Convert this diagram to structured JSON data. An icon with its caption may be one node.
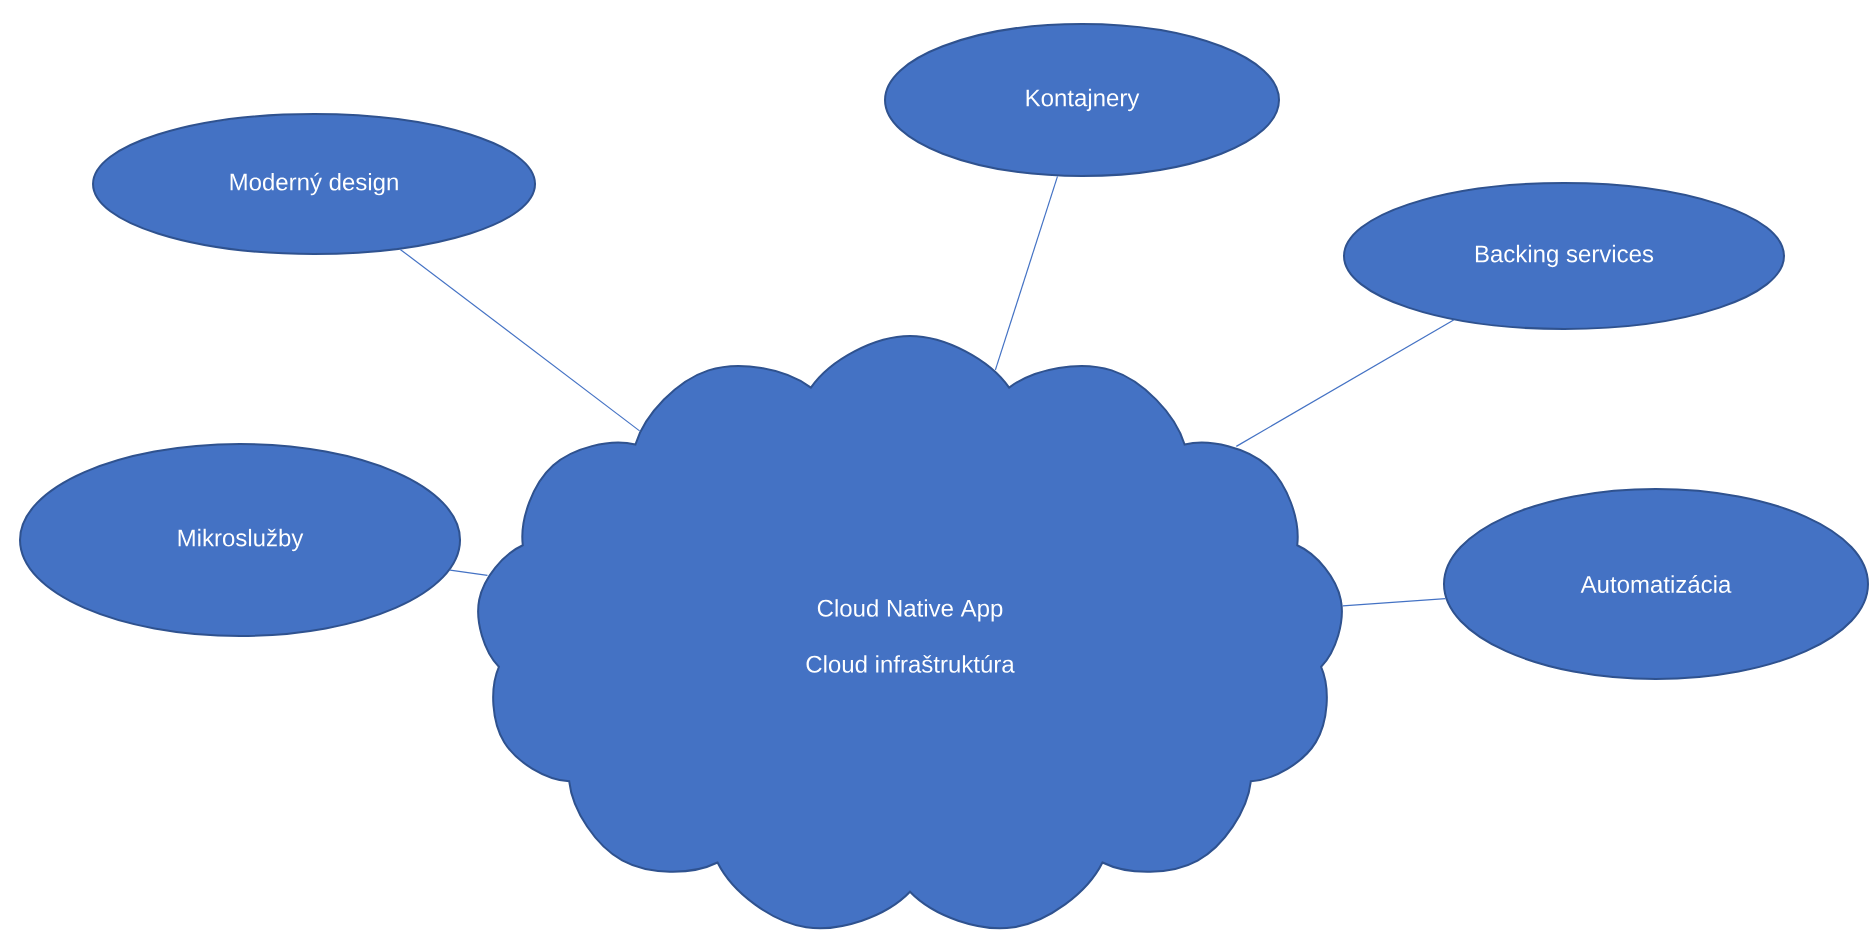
{
  "diagram": {
    "nodes": [
      {
        "text": [
          "Cloud Native App",
          "Cloud infraštruktúra"
        ]
      },
      {
        "text": [
          "Moderný design"
        ]
      },
      {
        "text": [
          "Kontajnery"
        ]
      },
      {
        "text": [
          "Backing services"
        ]
      },
      {
        "text": [
          "Mikroslužby"
        ]
      },
      {
        "text": [
          "Automatizácia"
        ]
      }
    ],
    "edges": [
      {
        "from": 0,
        "to": 1,
        "arrow": "none"
      },
      {
        "from": 0,
        "to": 2,
        "arrow": "none"
      },
      {
        "from": 0,
        "to": 3,
        "arrow": "none"
      },
      {
        "from": 0,
        "to": 4,
        "arrow": "none"
      },
      {
        "from": 0,
        "to": 5,
        "arrow": "none"
      }
    ]
  }
}
